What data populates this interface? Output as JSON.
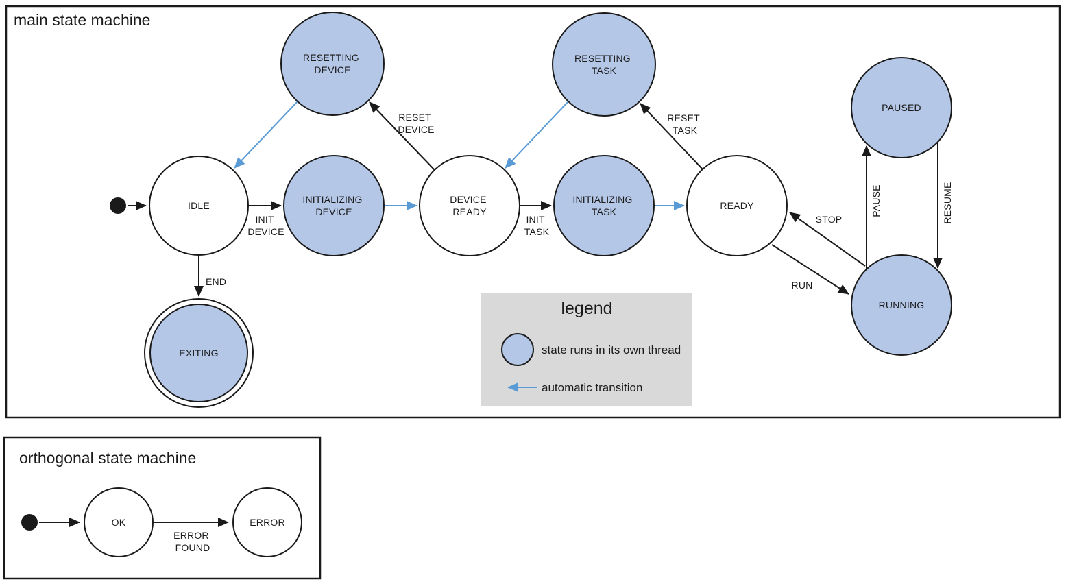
{
  "colors": {
    "thread_state_fill": "#b4c7e7",
    "plain_state_fill": "#ffffff",
    "auto_transition_blue": "#5b9bd5",
    "legend_background": "#d9d9d9",
    "line_black": "#1a1a1a"
  },
  "main_machine": {
    "title": "main state machine",
    "states": {
      "idle": {
        "label": "IDLE"
      },
      "resetting_device": {
        "line1": "RESETTING",
        "line2": "DEVICE"
      },
      "initializing_device": {
        "line1": "INITIALIZING",
        "line2": "DEVICE"
      },
      "device_ready": {
        "line1": "DEVICE",
        "line2": "READY"
      },
      "resetting_task": {
        "line1": "RESETTING",
        "line2": "TASK"
      },
      "initializing_task": {
        "line1": "INITIALIZING",
        "line2": "TASK"
      },
      "ready": {
        "label": "READY"
      },
      "paused": {
        "label": "PAUSED"
      },
      "running": {
        "label": "RUNNING"
      },
      "exiting": {
        "label": "EXITING"
      }
    },
    "transitions": {
      "init_device": {
        "line1": "INIT",
        "line2": "DEVICE"
      },
      "reset_device": {
        "line1": "RESET",
        "line2": "DEVICE"
      },
      "init_task": {
        "line1": "INIT",
        "line2": "TASK"
      },
      "reset_task": {
        "line1": "RESET",
        "line2": "TASK"
      },
      "end": {
        "label": "END"
      },
      "run": {
        "label": "RUN"
      },
      "stop": {
        "label": "STOP"
      },
      "pause": {
        "label": "PAUSE"
      },
      "resume": {
        "label": "RESUME"
      }
    }
  },
  "legend": {
    "title": "legend",
    "thread_state_label": "state runs in its own thread",
    "auto_transition_label": "automatic transition"
  },
  "orthogonal_machine": {
    "title": "orthogonal state machine",
    "states": {
      "ok": {
        "label": "OK"
      },
      "error": {
        "label": "ERROR"
      }
    },
    "transitions": {
      "error_found": {
        "line1": "ERROR",
        "line2": "FOUND"
      }
    }
  }
}
